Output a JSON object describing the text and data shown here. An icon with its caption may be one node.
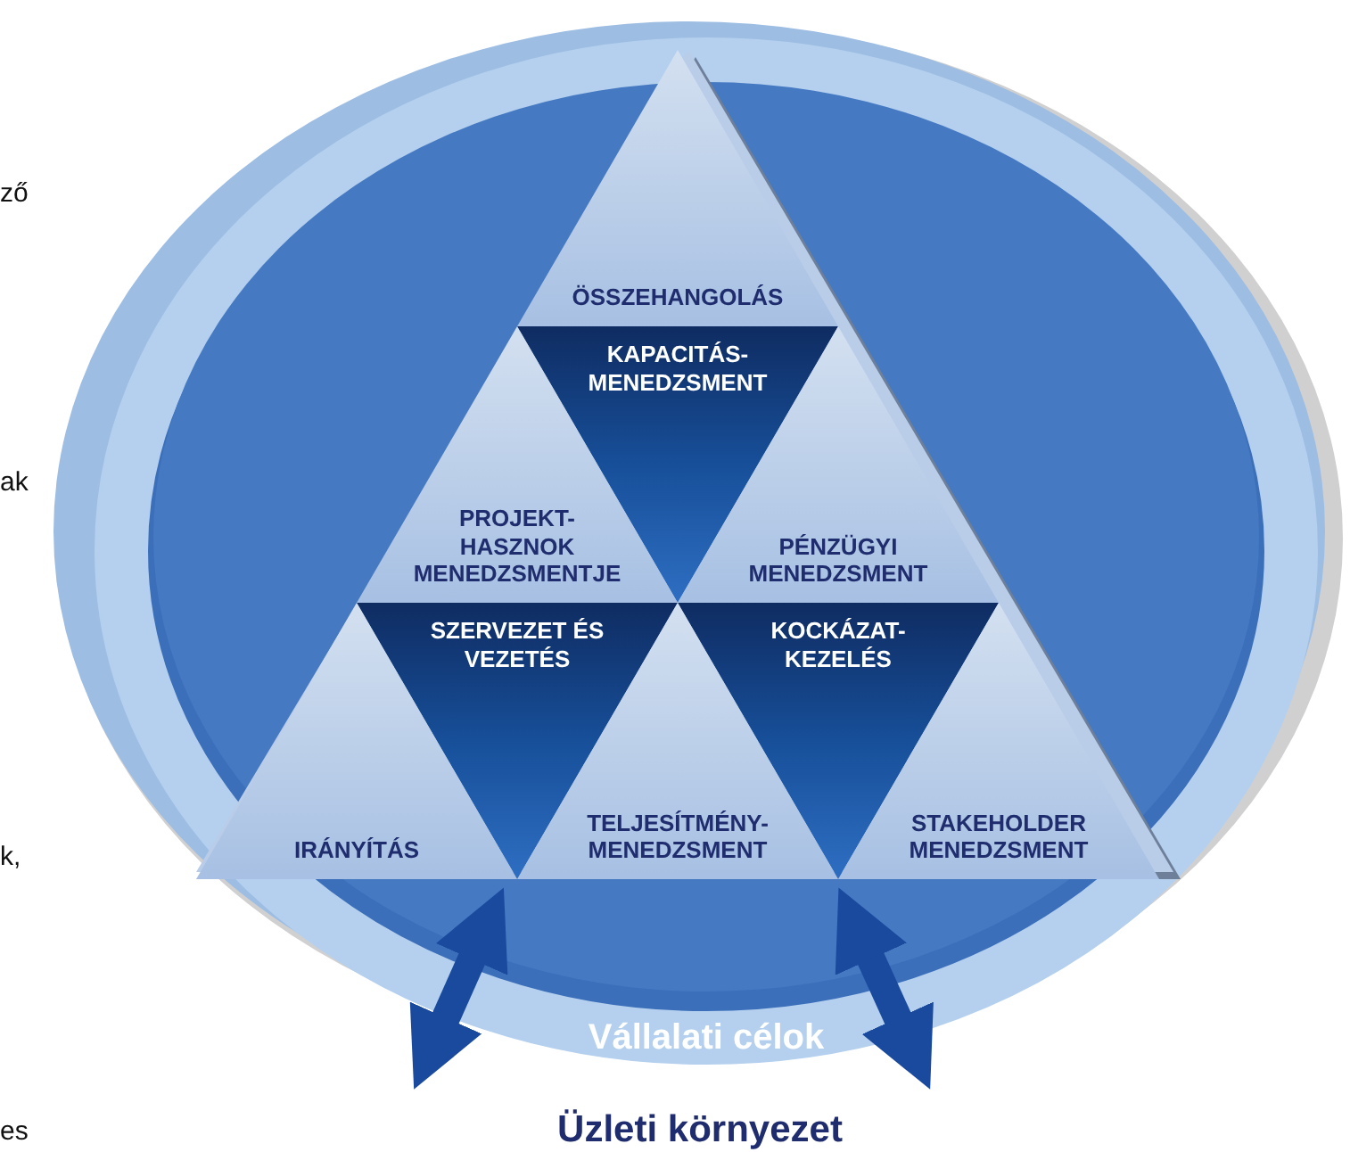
{
  "diagram": {
    "nodes": [
      {
        "text": [
          "Üzleti környezet"
        ]
      },
      {
        "text": [
          "Vállalati célok"
        ],
        "in": 0
      },
      {
        "text": [],
        "shape": "triangle",
        "in": 1
      },
      {
        "text": [
          "ÖSSZEHANGOLÁS"
        ],
        "in": 2
      },
      {
        "text": [
          "KAPACITÁS- MENEDZSMENT"
        ],
        "in": 2
      },
      {
        "text": [
          "PROJEKT- HASZNOK MENEDZSMENTJE"
        ],
        "in": 2
      },
      {
        "text": [
          "PÉNZÜGYI MENEDZSMENT"
        ],
        "in": 2
      },
      {
        "text": [
          "SZERVEZET ÉS VEZETÉS"
        ],
        "in": 2
      },
      {
        "text": [
          "KOCKÁZAT- KEZELÉS"
        ],
        "in": 2
      },
      {
        "text": [
          "IRÁNYÍTÁS"
        ],
        "in": 2
      },
      {
        "text": [
          "TELJESÍTMÉNY- MENEDZSMENT"
        ],
        "in": 2
      },
      {
        "text": [
          "STAKEHOLDER MENEDZSMENT"
        ],
        "in": 2
      }
    ],
    "edges": [
      {
        "from": 2,
        "to": 0,
        "arrow": "both"
      },
      {
        "from": 2,
        "to": 0,
        "arrow": "both"
      }
    ],
    "labels": [
      "ző",
      "ak",
      "k,",
      "es"
    ]
  }
}
